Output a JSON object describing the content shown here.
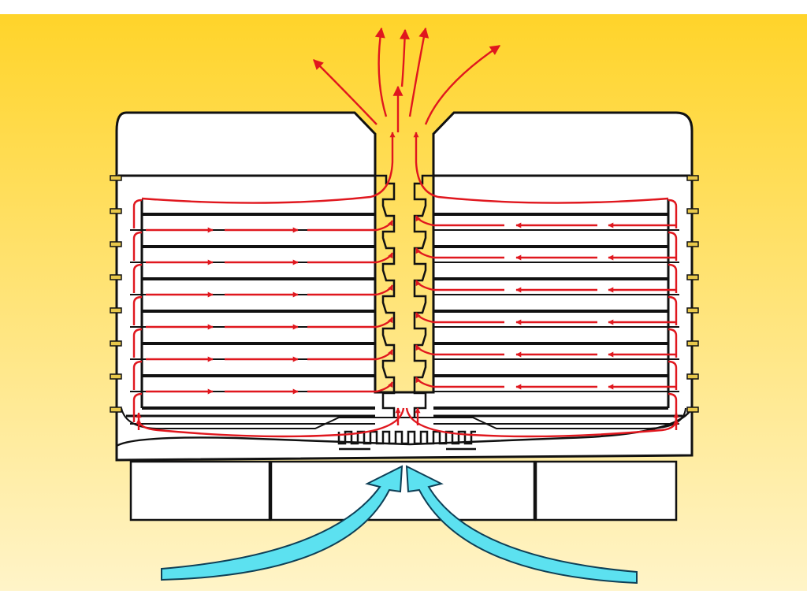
{
  "diagram": {
    "description_type": "airflow-schematic",
    "colors": {
      "background_top": "#FFD42A",
      "background_bottom": "#FFF4C8",
      "housing_fill": "#FFFFFF",
      "outline": "#111111",
      "flow_arrows": "#E0171E",
      "intake_arrows": "#5CE1F0",
      "intake_outline": "#0E3F56"
    },
    "left_bank": {
      "fin_count": 7
    },
    "right_bank": {
      "fin_count": 7
    },
    "central_channel": {
      "step_count": 7
    },
    "exhaust_arrow_count": 6,
    "intake_arrow_count": 2
  }
}
